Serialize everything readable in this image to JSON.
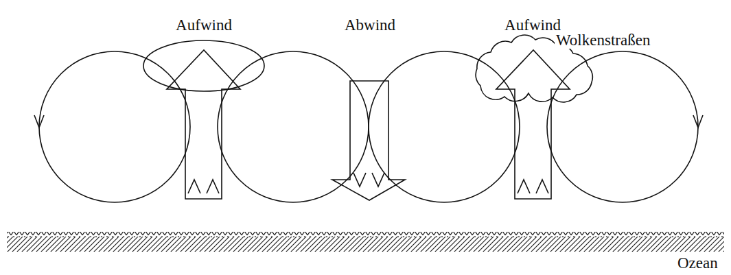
{
  "diagram": {
    "labels": [
      "Aufwind",
      "Abwind",
      "Aufwind",
      "Wolkenstraßen",
      "Ozean"
    ]
  }
}
